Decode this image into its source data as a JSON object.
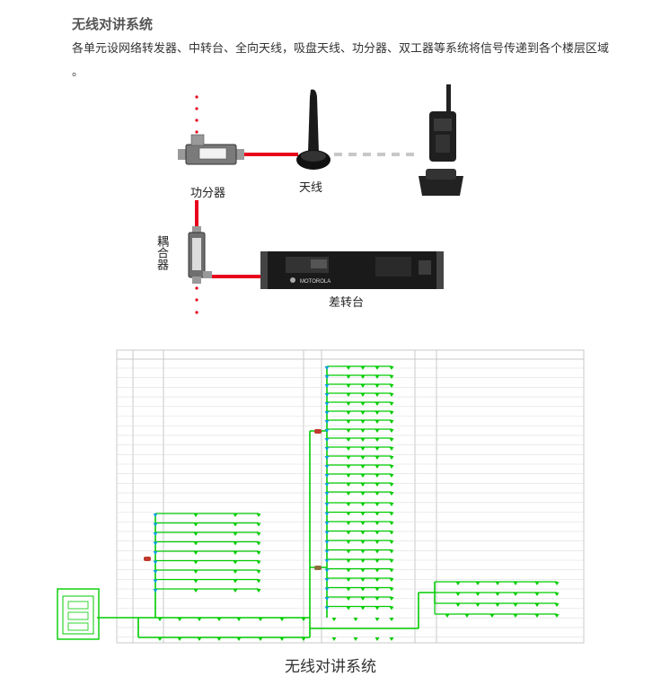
{
  "header": {
    "title": "无线对讲系统",
    "description": "各单元设网络转发器、中转台、全向天线，吸盘天线、功分器、双工器等系统将信号传递到各个楼层区域 。"
  },
  "topology": {
    "labels": {
      "splitter": "功分器",
      "antenna": "天线",
      "coupler": "耦合器",
      "repeater": "差转台",
      "repeater_brand": "MOTOROLA"
    }
  },
  "caption": "无线对讲系统",
  "colors": {
    "signal_line": "#e8001c",
    "radio_link": "#c8c8c8",
    "schematic_line": "#00cc00",
    "schematic_node": "#00a0e0",
    "grid": "#c8c8c8"
  }
}
